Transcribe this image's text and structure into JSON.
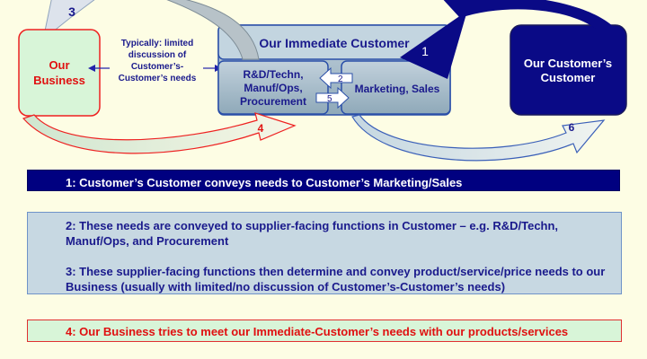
{
  "diagram": {
    "our_business": [
      "Our",
      "Business"
    ],
    "immediate_customer_title": "Our Immediate Customer",
    "rd_box": [
      "R&D/Techn,",
      "Manuf/Ops,",
      "Procurement"
    ],
    "marketing_box": "Marketing, Sales",
    "customers_customer": [
      "Our Customer’s",
      "Customer"
    ],
    "note": [
      "Typically: limited",
      "discussion of",
      "Customer’s-",
      "Customer’s needs"
    ],
    "arrow_numbers": {
      "n1": "1",
      "n2": "2",
      "n3": "3",
      "n4": "4",
      "n5": "5",
      "n6": "6"
    }
  },
  "steps": {
    "step1": "1: Customer’s Customer conveys needs to Customer’s Marketing/Sales",
    "step2": "2: These needs are conveyed to supplier-facing functions in Customer – e.g. R&D/Techn, Manuf/Ops, and Procurement",
    "step3": "3: These supplier-facing functions then determine and convey product/service/price needs to our Business (usually with limited/no discussion of Customer’s-Customer’s needs)",
    "step4": "4: Our Business tries to meet our Immediate-Customer’s needs with our products/services"
  },
  "colors": {
    "background": "#fdfde4",
    "navy": "#000080",
    "text_blue": "#1a1a8c",
    "red": "#e01010",
    "green_fill": "#d8f5d8",
    "steel_blue": "#c7d8e2"
  }
}
